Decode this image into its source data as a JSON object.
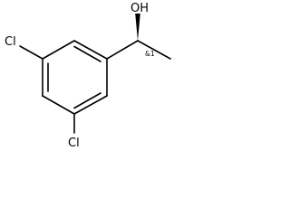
{
  "molecule": {
    "atoms": {
      "hydroxyl": "OH",
      "chloro_top": "Cl",
      "chloro_bottom": "Cl"
    },
    "stereo_label": "&1"
  },
  "colors": {
    "bond": "#000000",
    "text": "#000000",
    "background": "#ffffff"
  }
}
